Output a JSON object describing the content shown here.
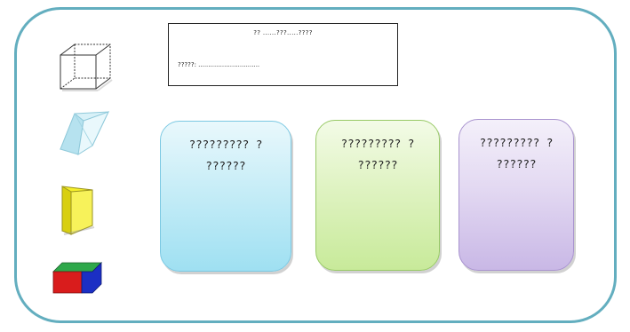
{
  "worksheet": {
    "name_box": {
      "title": "?? ......???.....????",
      "name_line": "?????: ..............................."
    },
    "shapes": [
      {
        "name": "cube-wireframe",
        "color": "#ffffff"
      },
      {
        "name": "triangular-prism-transparent",
        "color": "#bfe6f2"
      },
      {
        "name": "triangular-prism-yellow",
        "color": "#f5ef2a"
      },
      {
        "name": "cuboid-colored",
        "colors": [
          "#d91c1c",
          "#1b2fc4",
          "#2ea84a"
        ]
      }
    ],
    "cards": [
      {
        "line1": "????????? ?",
        "line2": "??????",
        "accent": "#9fe0f2"
      },
      {
        "line1": "????????? ?",
        "line2": "??????",
        "accent": "#c8ea9a"
      },
      {
        "line1": "????????? ?",
        "line2": "??????",
        "accent": "#c9b8e6"
      }
    ]
  }
}
